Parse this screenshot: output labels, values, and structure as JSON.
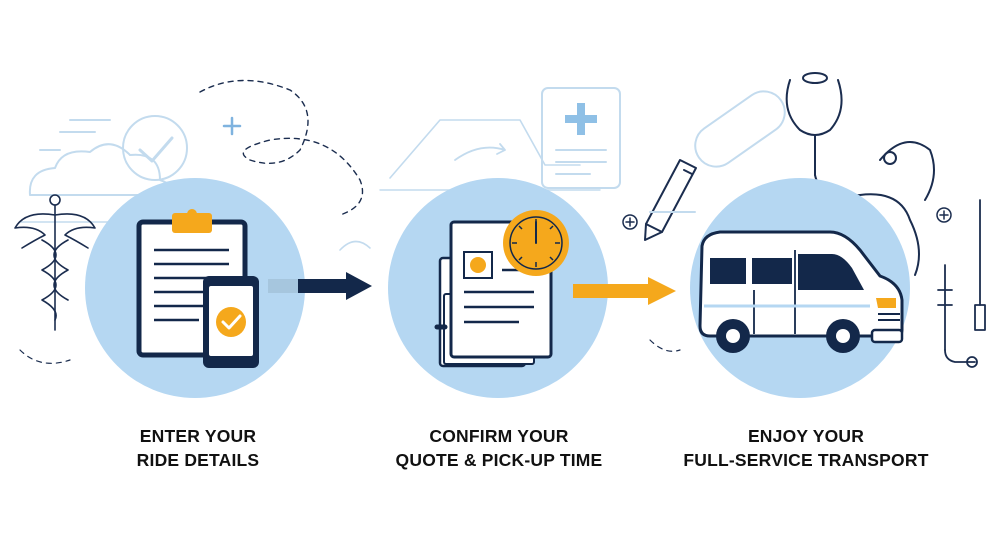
{
  "colors": {
    "navy": "#13284a",
    "accent": "#f5a81c",
    "circle": "#b5d7f2",
    "line": "#c3dbee",
    "outline": "#1b2d4f"
  },
  "steps": [
    {
      "line1": "ENTER YOUR",
      "line2": "RIDE DETAILS",
      "icon": "clipboard-phone-icon"
    },
    {
      "line1": "CONFIRM YOUR",
      "line2": "QUOTE & PICK-UP TIME",
      "icon": "document-clock-icon"
    },
    {
      "line1": "ENJOY YOUR",
      "line2": "FULL-SERVICE TRANSPORT",
      "icon": "van-icon"
    }
  ],
  "arrows": [
    {
      "icon": "arrow-right-icon",
      "color": "#13284a"
    },
    {
      "icon": "arrow-right-icon",
      "color": "#f5a81c"
    }
  ]
}
